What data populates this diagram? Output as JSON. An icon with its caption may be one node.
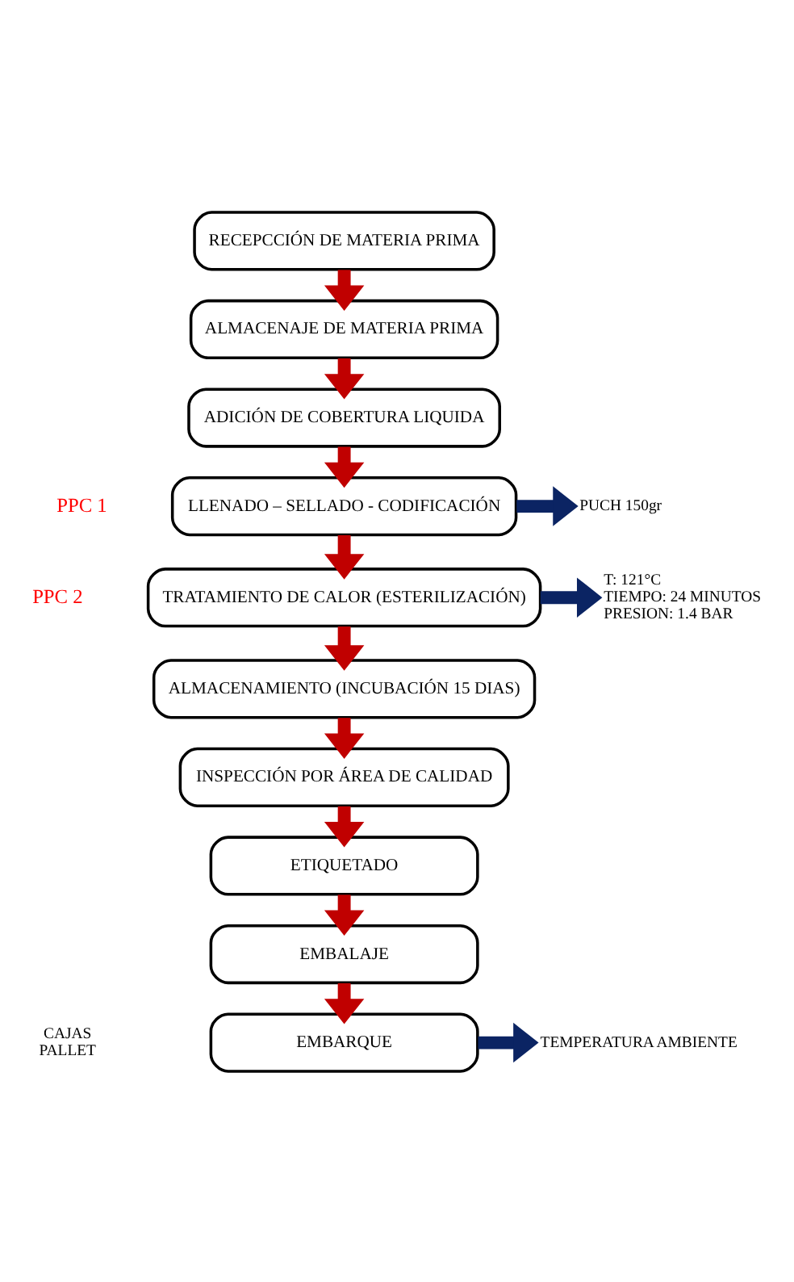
{
  "diagram": {
    "nodes": [
      {
        "text": [
          "RECEPCCIÓN DE MATERIA PRIMA"
        ]
      },
      {
        "text": [
          "ALMACENAJE DE MATERIA PRIMA"
        ]
      },
      {
        "text": [
          "ADICIÓN DE COBERTURA LIQUIDA"
        ]
      },
      {
        "text": [
          "LLENADO – SELLADO - CODIFICACIÓN"
        ],
        "beside": [
          "PPC 1"
        ]
      },
      {
        "text": [
          "PUCH 150gr"
        ]
      },
      {
        "text": [
          "TRATAMIENTO DE CALOR (ESTERILIZACIÓN)"
        ],
        "beside": [
          "PPC 2"
        ]
      },
      {
        "text": [
          "T: 121°C",
          "TIEMPO: 24 MINUTOS",
          "PRESION: 1.4 BAR"
        ]
      },
      {
        "text": [
          "ALMACENAMIENTO (INCUBACIÓN 15 DIAS)"
        ]
      },
      {
        "text": [
          "INSPECCIÓN POR ÁREA DE CALIDAD"
        ]
      },
      {
        "text": [
          "ETIQUETADO"
        ]
      },
      {
        "text": [
          "EMBALAJE"
        ]
      },
      {
        "text": [
          "EMBARQUE"
        ]
      },
      {
        "text": [
          "TEMPERATURA AMBIENTE"
        ]
      }
    ],
    "edges": [
      {
        "from": 0,
        "to": 1,
        "arrow": "to"
      },
      {
        "from": 1,
        "to": 2,
        "arrow": "to"
      },
      {
        "from": 2,
        "to": 3,
        "arrow": "to"
      },
      {
        "from": 3,
        "to": 4,
        "arrow": "to",
        "color": "#0b2463"
      },
      {
        "from": 3,
        "to": 5,
        "arrow": "to"
      },
      {
        "from": 5,
        "to": 6,
        "arrow": "to",
        "color": "#0b2463"
      },
      {
        "from": 5,
        "to": 7,
        "arrow": "to"
      },
      {
        "from": 7,
        "to": 8,
        "arrow": "to"
      },
      {
        "from": 8,
        "to": 9,
        "arrow": "to"
      },
      {
        "from": 9,
        "to": 10,
        "arrow": "to"
      },
      {
        "from": 10,
        "to": 11,
        "arrow": "to"
      },
      {
        "from": 11,
        "to": 12,
        "arrow": "to",
        "color": "#0b2463"
      }
    ],
    "labels": [
      "CAJAS PALLET"
    ]
  }
}
